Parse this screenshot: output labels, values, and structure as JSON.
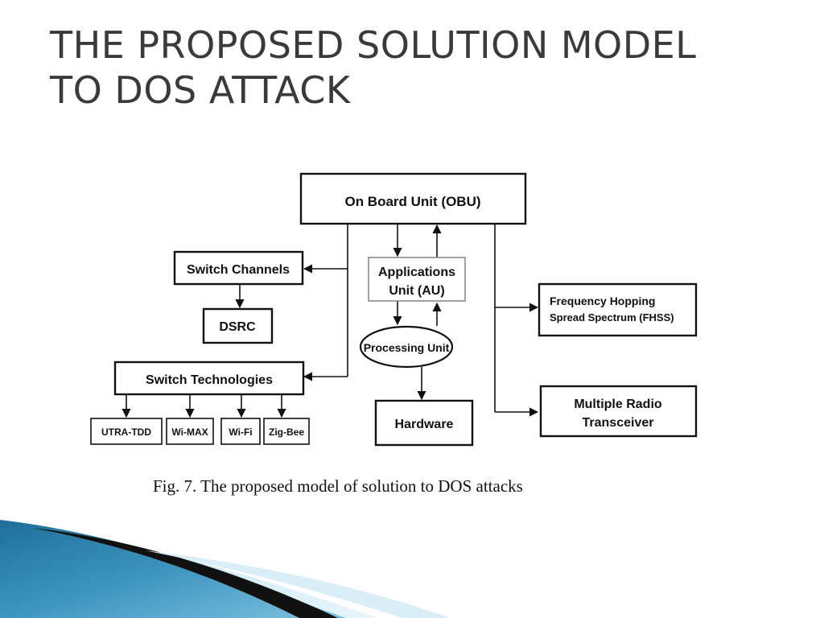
{
  "slide": {
    "title_line1": "THE PROPOSED SOLUTION MODEL",
    "title_line2": "TO DOS ATTACK"
  },
  "diagram": {
    "obu": "On Board Unit (OBU)",
    "au_line1": "Applications",
    "au_line2": "Unit (AU)",
    "processing": "Processing Unit",
    "hardware": "Hardware",
    "switch_channels": "Switch Channels",
    "dsrc": "DSRC",
    "switch_tech": "Switch Technologies",
    "tech_items": [
      "UTRA-TDD",
      "Wi-MAX",
      "Wi-Fi",
      "Zig-Bee"
    ],
    "fhss_line1": "Frequency Hopping",
    "fhss_line2": "Spread Spectrum (FHSS)",
    "radio_line1": "Multiple Radio",
    "radio_line2": "Transceiver"
  },
  "caption": "Fig. 7. The proposed model of solution to DOS attacks",
  "colors": {
    "title": "#3a3a3a",
    "swoosh_dark": "#111111",
    "swoosh_blue": "#2f7fa8",
    "swoosh_light": "#a9d6ea"
  }
}
